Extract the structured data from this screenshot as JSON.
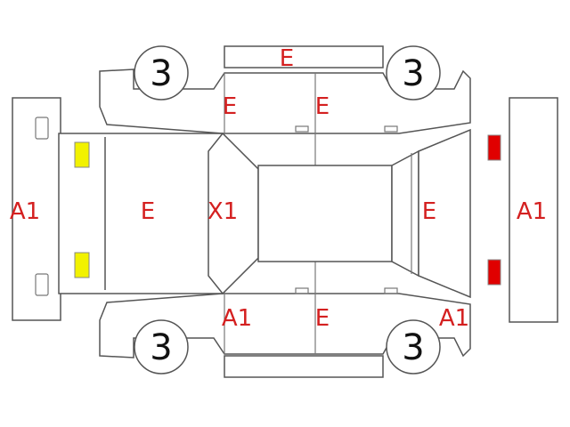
{
  "colors": {
    "outline": "#555555",
    "code_text": "#d42020",
    "light_front": "#f2f200",
    "light_rear": "#e00000"
  },
  "tires": {
    "front_left": "3",
    "front_right": "3",
    "rear_left": "3",
    "rear_right": "3"
  },
  "codes": {
    "roof_top_strip": "E",
    "front_door_left": "E",
    "rear_door_left": "E",
    "front_bumper": "A1",
    "hood": "E",
    "windshield": "X1",
    "trunk": "E",
    "rear_bumper": "A1",
    "front_door_right_pillar": "A1",
    "rear_door_right": "E",
    "rear_quarter_right": "A1"
  }
}
